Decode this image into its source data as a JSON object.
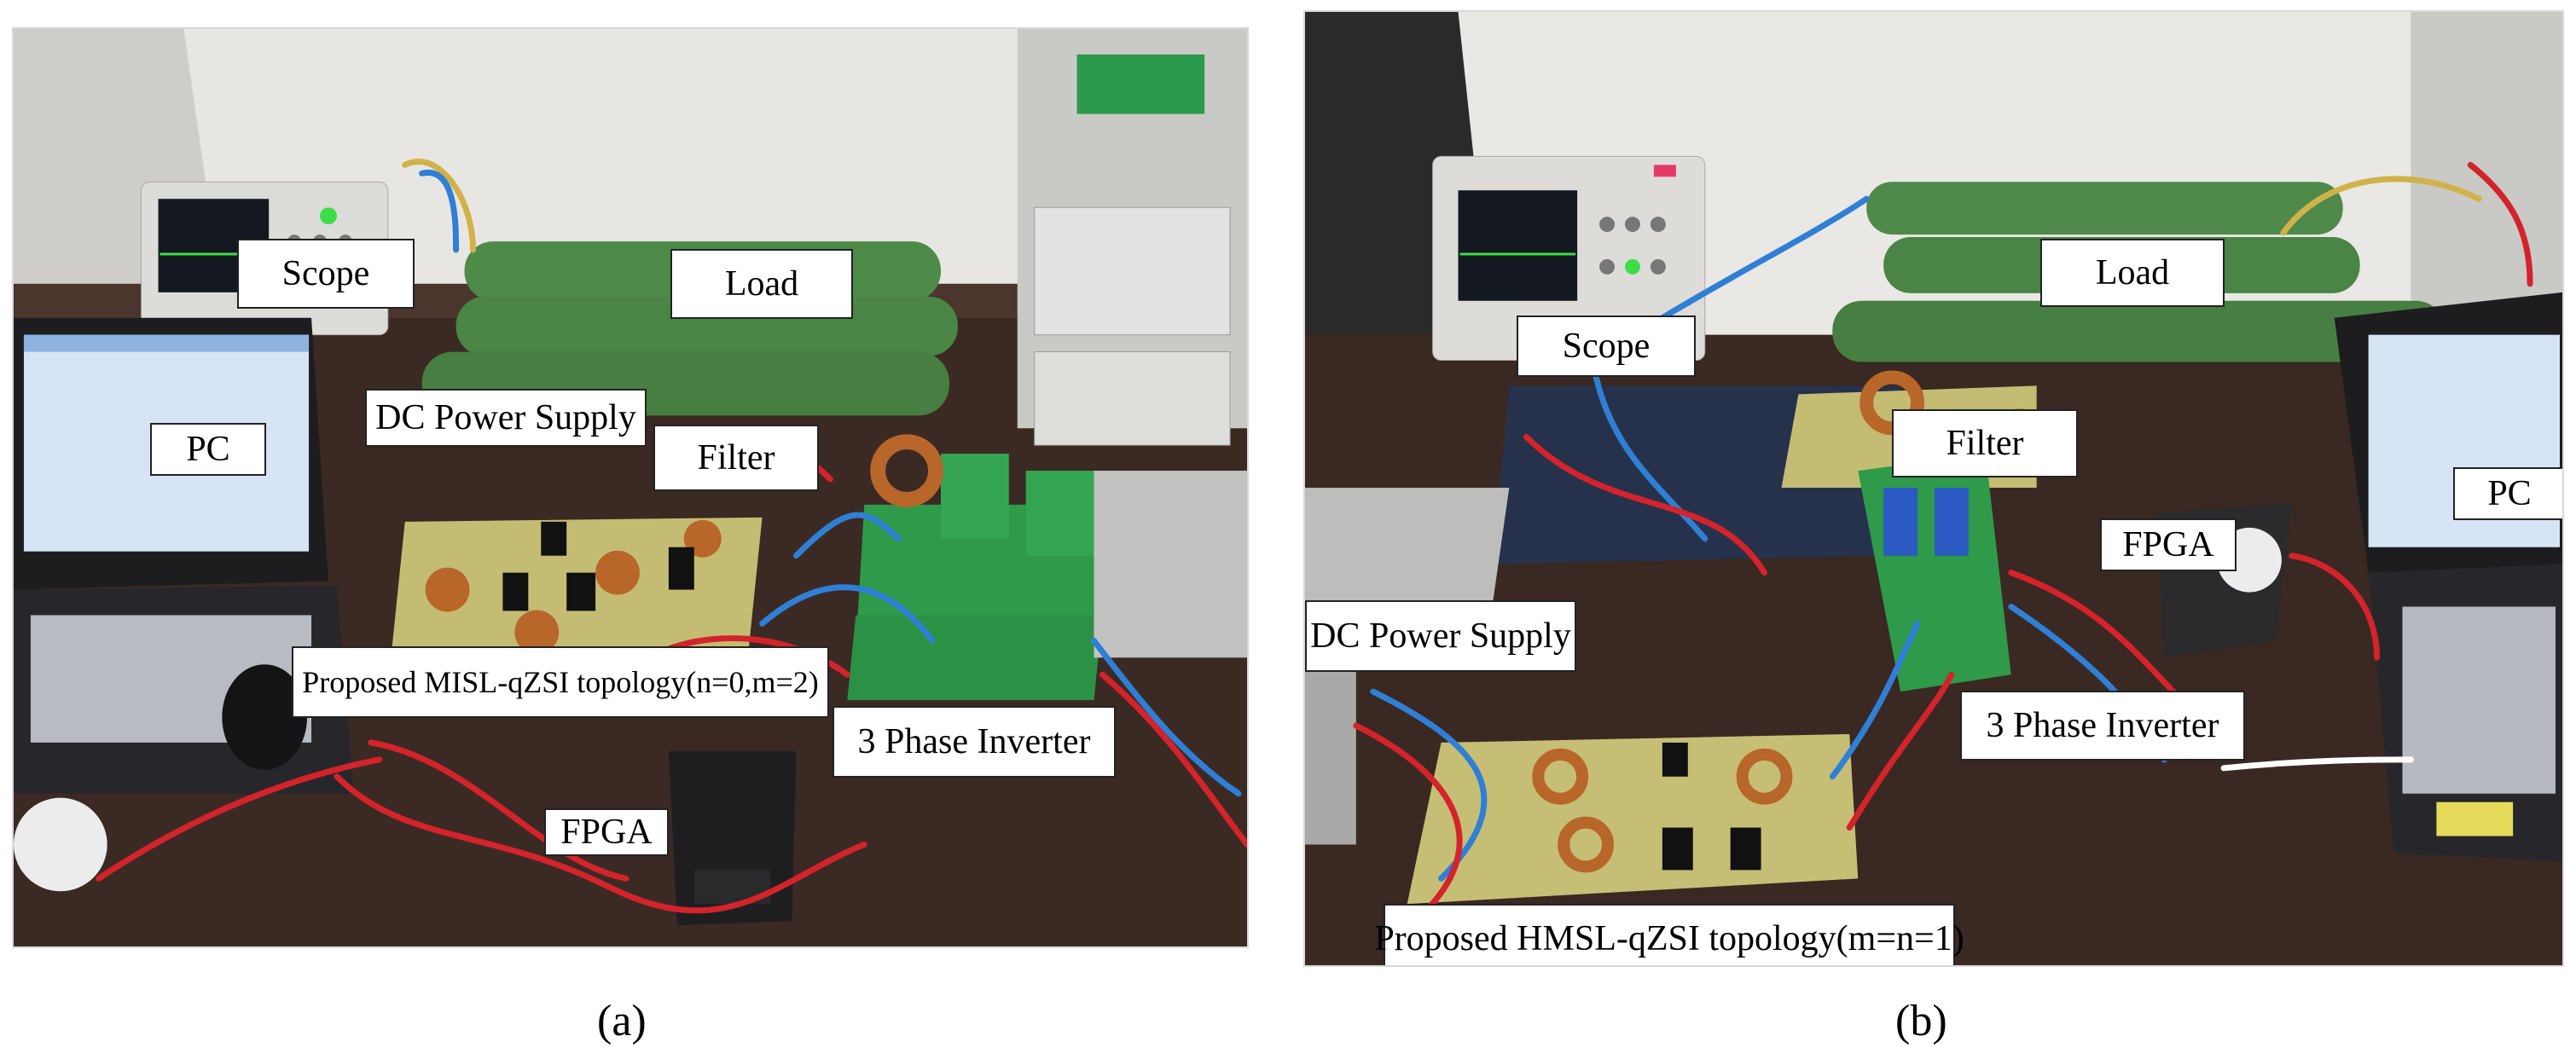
{
  "panels": [
    {
      "id": "a",
      "label": "(a)",
      "callouts": {
        "scope": "Scope",
        "load": "Load",
        "pc": "PC",
        "dc_power_supply": "DC Power Supply",
        "filter": "Filter",
        "topology": "Proposed MISL-qZSI topology(n=0,m=2)",
        "inverter": "3 Phase Inverter",
        "fpga": "FPGA"
      }
    },
    {
      "id": "b",
      "label": "(b)",
      "callouts": {
        "scope": "Scope",
        "load": "Load",
        "filter": "Filter",
        "pc": "PC",
        "fpga": "FPGA",
        "dc_power_supply": "DC Power Supply",
        "inverter": "3 Phase Inverter",
        "topology": "Proposed HMSL-qZSI topology(m=n=1)"
      }
    }
  ],
  "colors": {
    "wall": "#e9e8e4",
    "desk": "#3a2a22",
    "resistor": "#4f8a4a",
    "pcb": "#c8c27a",
    "pcb_green": "#2e9a4a",
    "wire_red": "#d4232b",
    "wire_blue": "#2f7fd6",
    "laptop": "#1c1c1e",
    "screen": "#cfe0f6"
  }
}
